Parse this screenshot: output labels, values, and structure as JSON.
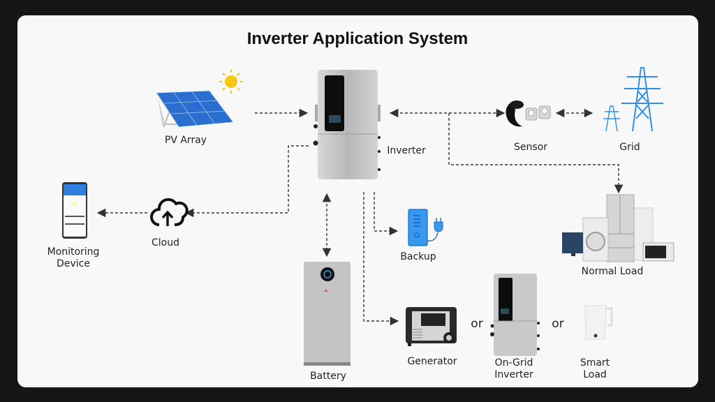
{
  "title": "Inverter Application System",
  "colors": {
    "background": "#141516",
    "card": "#f8f8f8",
    "accent_blue": "#2f8fe8",
    "arrow": "#333333"
  },
  "nodes": {
    "pv_array": {
      "label": "PV Array",
      "icon": "solar-panel-icon"
    },
    "inverter": {
      "label": "Inverter",
      "icon": "inverter-icon"
    },
    "sensor": {
      "label": "Sensor",
      "icon": "current-sensor-icon"
    },
    "grid": {
      "label": "Grid",
      "icon": "power-tower-icon"
    },
    "monitoring": {
      "line1": "Monitoring",
      "line2": "Device",
      "icon": "smartphone-icon"
    },
    "cloud": {
      "label": "Cloud",
      "icon": "cloud-upload-icon"
    },
    "backup": {
      "label": "Backup",
      "icon": "backup-plug-icon"
    },
    "normal_load": {
      "label": "Normal Load",
      "icon": "appliances-icon"
    },
    "battery": {
      "label": "Battery",
      "icon": "battery-icon"
    },
    "generator": {
      "label": "Generator",
      "icon": "generator-icon"
    },
    "on_grid_inverter": {
      "line1": "On-Grid",
      "line2": "Inverter",
      "icon": "inverter-icon"
    },
    "smart_load": {
      "line1": "Smart",
      "line2": "Load",
      "icon": "kettle-icon"
    }
  },
  "connectors": {
    "or1": "or",
    "or2": "or"
  },
  "edges": [
    {
      "from": "pv_array",
      "to": "inverter",
      "direction": "one-way"
    },
    {
      "from": "inverter",
      "to": "sensor",
      "direction": "two-way"
    },
    {
      "from": "sensor",
      "to": "grid",
      "direction": "two-way"
    },
    {
      "from": "inverter",
      "to": "normal_load",
      "direction": "one-way"
    },
    {
      "from": "inverter",
      "to": "cloud",
      "direction": "one-way"
    },
    {
      "from": "cloud",
      "to": "monitoring",
      "direction": "one-way"
    },
    {
      "from": "inverter",
      "to": "battery",
      "direction": "two-way"
    },
    {
      "from": "inverter",
      "to": "backup",
      "direction": "one-way"
    },
    {
      "from": "inverter",
      "to": "generator",
      "direction": "one-way"
    }
  ]
}
